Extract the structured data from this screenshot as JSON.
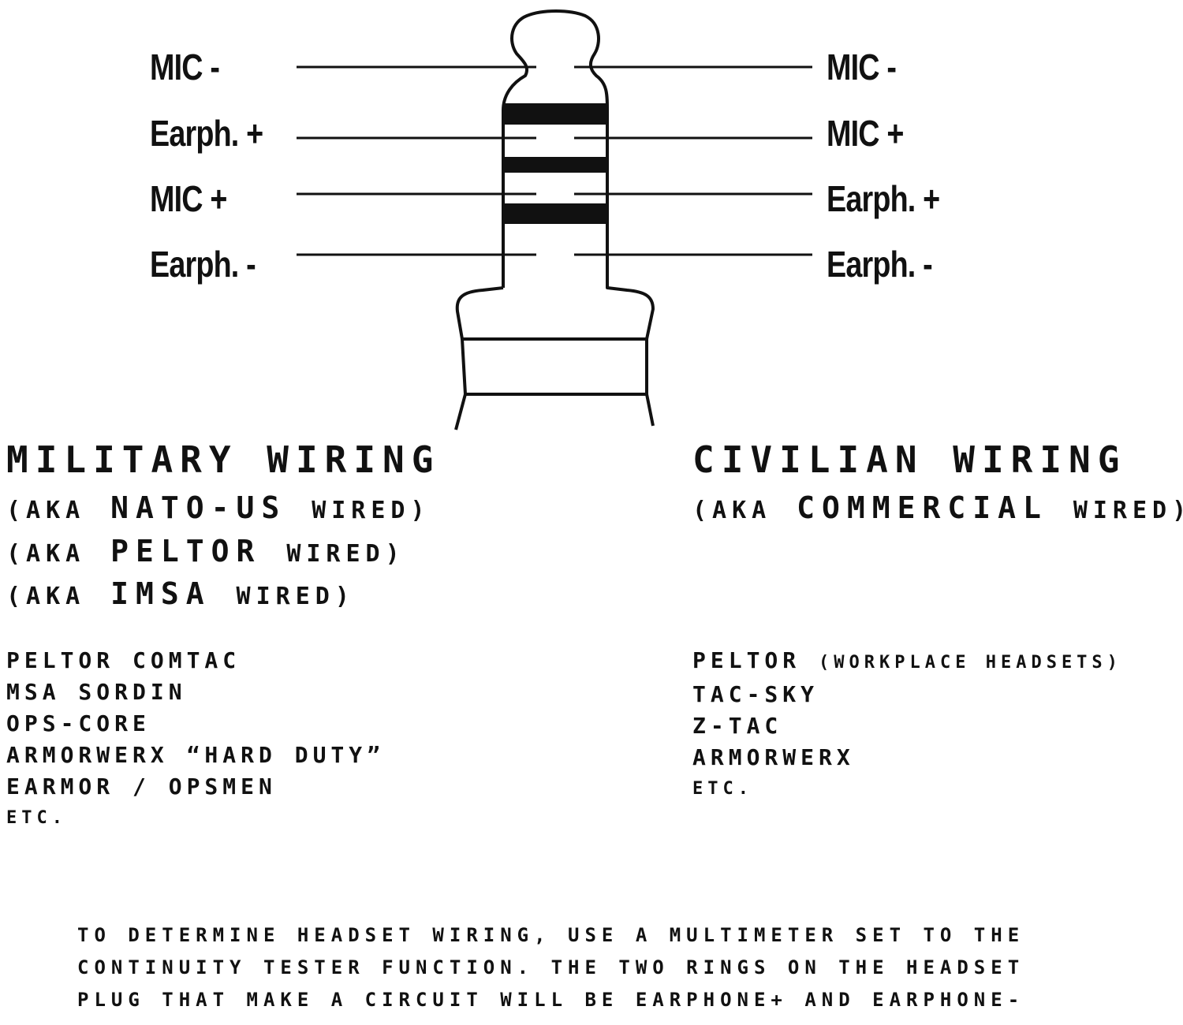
{
  "diagram": {
    "left_pins": [
      "MIC -",
      "Earph. +",
      "MIC +",
      "Earph. -"
    ],
    "right_pins": [
      "MIC -",
      "MIC +",
      "Earph. +",
      "Earph. -"
    ]
  },
  "military": {
    "title": "MILITARY WIRING",
    "aka": [
      {
        "open": "(aka",
        "name": "NATO-US",
        "suffix": "wired)"
      },
      {
        "open": "(aka",
        "name": "PELTOR",
        "suffix": "wired)"
      },
      {
        "open": "(aka",
        "name": "IMSA",
        "suffix": "wired)"
      }
    ],
    "brands": [
      "PELTOR COMTAC",
      "MSA SORDIN",
      "OPS-CORE",
      "ARMORWERX “HARD DUTY”",
      "EARMOR / OPSMEN"
    ],
    "etc": "etc."
  },
  "civilian": {
    "title": "CIVILIAN WIRING",
    "aka": [
      {
        "open": "(aka",
        "name": "COMMERCIAL",
        "suffix": "wired)"
      }
    ],
    "brand_first": {
      "name": "PELTOR",
      "note": "(workplace headsets)"
    },
    "brands": [
      "TAC-SKY",
      "Z-TAC",
      "ARMORWERX"
    ],
    "etc": "etc."
  },
  "note": {
    "lines": [
      "to determine headset wiring, use a multimeter set to the",
      "continuity tester function. the two rings on the headset",
      "plug that make a circuit will be earphone+ and earphone-"
    ]
  }
}
